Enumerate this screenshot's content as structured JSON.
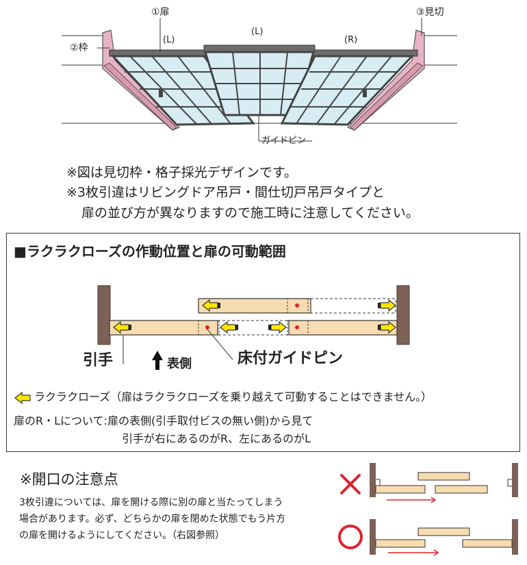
{
  "top_figure": {
    "label_door": "①扉",
    "label_frame": "②枠",
    "label_trim": "③見切",
    "label_L1": "(L)",
    "label_L2": "(L)",
    "label_R": "(R)",
    "label_guide": "ガイドピン"
  },
  "notes": {
    "line1": "※図は見切枠・格子採光デザインです。",
    "line2": "※3枚引違はリビングドア吊戸・間仕切戸吊戸タイプと",
    "line3": "扉の並び方が異なりますので施工時に注意してください。"
  },
  "rakuraku": {
    "title": "■ラクラクローズの作動位置と扉の可動範囲",
    "handle_label": "引手",
    "front_label": "表側",
    "guide_label": "床付ガイドピン",
    "legend": "ラクラクローズ（扉はラクラクローズを乗り越えて可動することはできません。）",
    "rl_line1": "扉のR・Lについて:扉の表側(引手取付ビスの無い側)から見て",
    "rl_line2": "引手が右にあるのがR、左にあるのがL"
  },
  "caution": {
    "title": "※開口の注意点",
    "body1": "3枚引違については、扉を開ける際に別の扉と当たってしまう",
    "body2": "場合があります。必ず、どちらかの扉を閉めた状態でもう片方",
    "body3": "の扉を開けるようにしてください。（右図参照）"
  },
  "colors": {
    "pink_frame": "#e8b4c4",
    "glass": "#d7ecf3",
    "door_wood": "#f6dcb0",
    "arrow_yellow": "#ffe600",
    "post_brown": "#7d6157",
    "red": "#e0232d"
  }
}
